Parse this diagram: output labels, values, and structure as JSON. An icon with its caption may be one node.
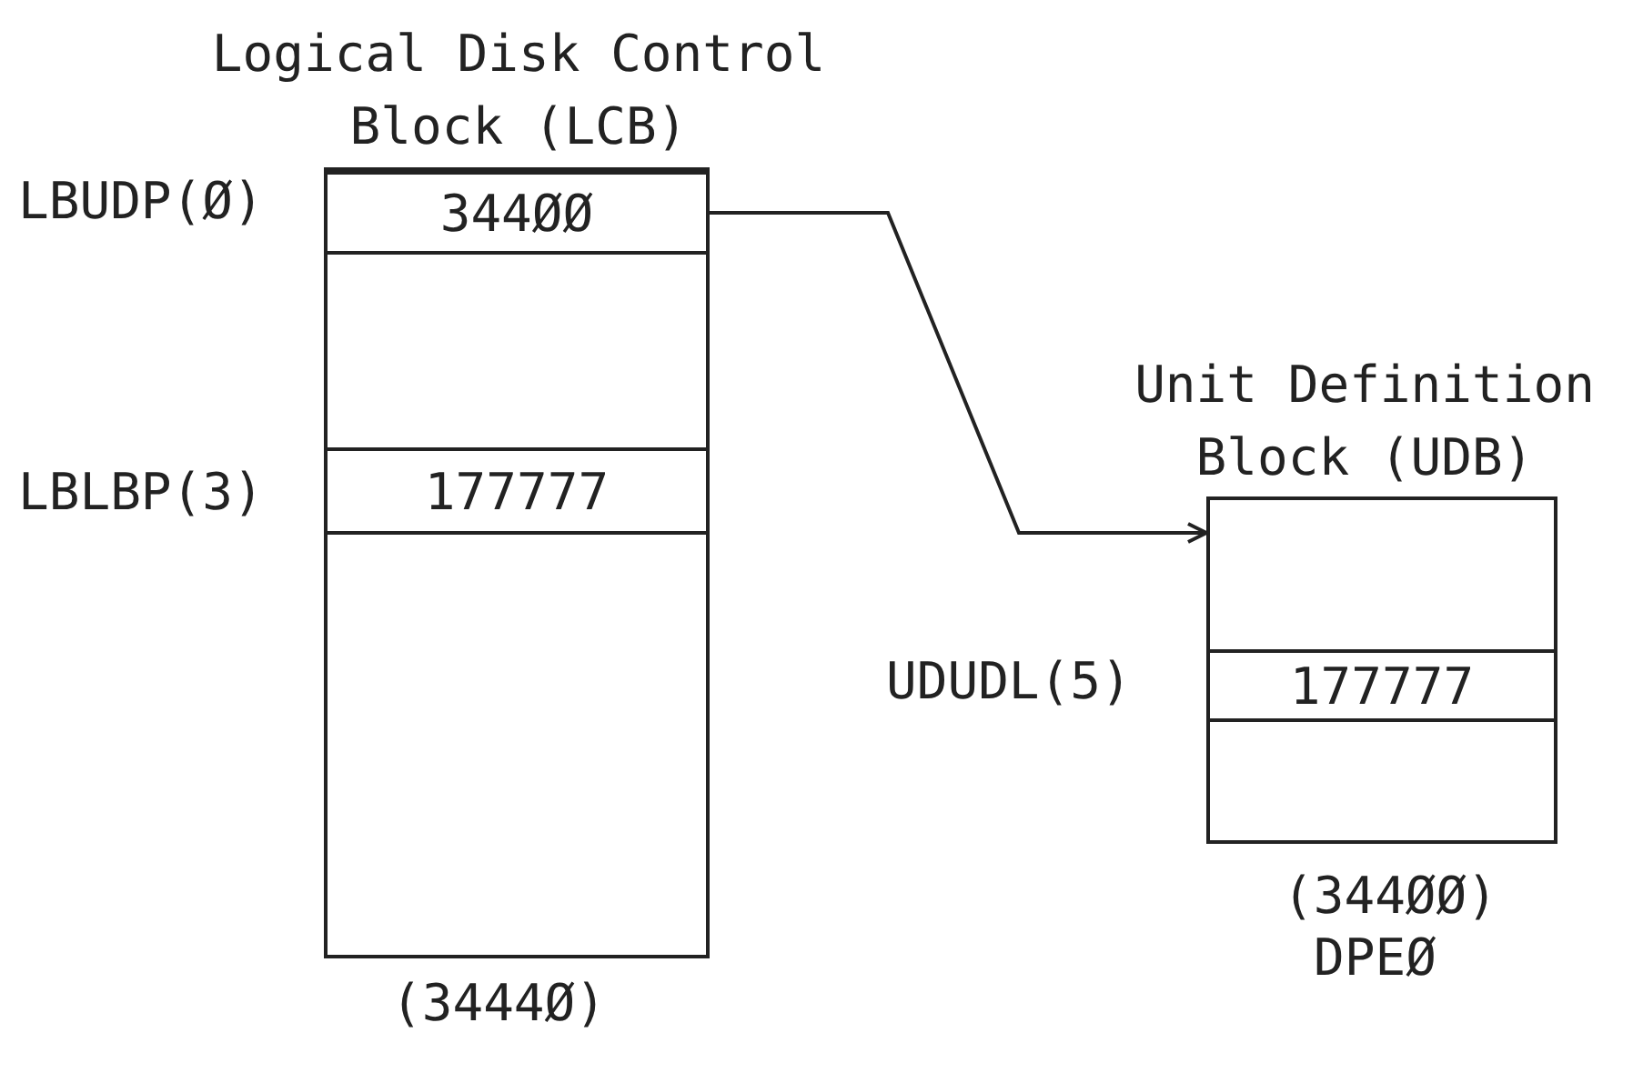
{
  "diagram": {
    "nodes": [
      {
        "text": [
          "Logical Disk Control Block (LCB)"
        ],
        "beside": [
          "(3444Ø)"
        ]
      },
      {
        "text": [
          "344ØØ"
        ],
        "in": 0,
        "beside": [
          "LBUDP(Ø)"
        ]
      },
      {
        "text": [
          "177777"
        ],
        "in": 0,
        "beside": [
          "LBLBP(3)"
        ]
      },
      {
        "text": [
          "Unit Definition Block (UDB)"
        ],
        "beside": [
          "(344ØØ)",
          "DPEØ"
        ]
      },
      {
        "text": [
          "177777"
        ],
        "in": 3,
        "beside": [
          "UDUDL(5)"
        ]
      }
    ],
    "edges": [
      {
        "from": 1,
        "to": 3,
        "arrow": "to"
      }
    ]
  }
}
